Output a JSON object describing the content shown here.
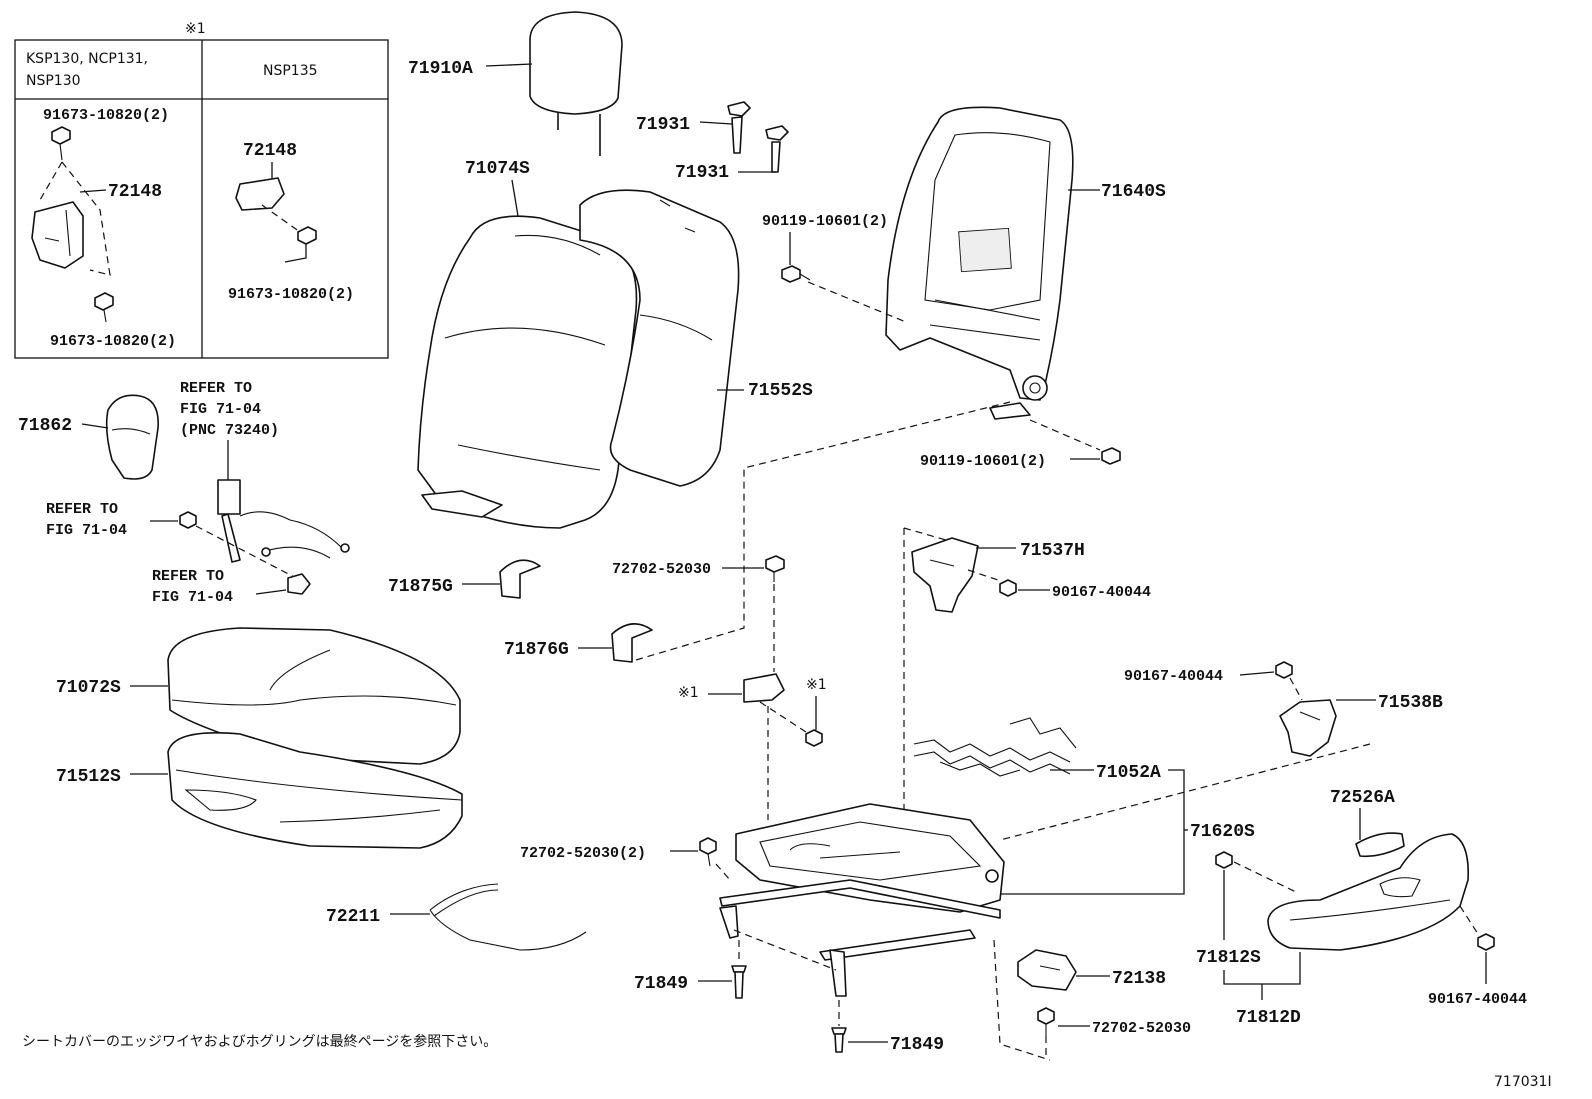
{
  "inset": {
    "mark": "※1",
    "col1_line1": "KSP130, NCP131,",
    "col1_line2": "NSP130",
    "col2": "NSP135",
    "c1_bolt_top": "91673-10820(2)",
    "c1_bracket": "72148",
    "c1_bolt_bottom": "91673-10820(2)",
    "c2_bracket": "72148",
    "c2_bolt": "91673-10820(2)"
  },
  "parts": {
    "p71910A": "71910A",
    "p71931a": "71931",
    "p71931b": "71931",
    "p71074S": "71074S",
    "p71640S": "71640S",
    "p90119a": "90119-10601(2)",
    "p90119b": "90119-10601(2)",
    "p71552S": "71552S",
    "p71862": "71862",
    "p71875G": "71875G",
    "p71876G": "71876G",
    "p72702a": "72702-52030",
    "p71537H": "71537H",
    "p90167a": "90167-40044",
    "p90167b": "90167-40044",
    "p71538B": "71538B",
    "p71072S": "71072S",
    "p71512S": "71512S",
    "p71052A": "71052A",
    "p71620S": "71620S",
    "p72526A": "72526A",
    "p72702b": "72702-52030(2)",
    "p72211": "72211",
    "p71812S": "71812S",
    "p71812D": "71812D",
    "p90167c": "90167-40044",
    "p72138": "72138",
    "p71849a": "71849",
    "p71849b": "71849",
    "p72702c": "72702-52030",
    "mark_a": "※1",
    "mark_b": "※1"
  },
  "refs": {
    "r1_l1": "REFER TO",
    "r1_l2": "FIG 71-04",
    "r1_l3": "(PNC 73240)",
    "r2_l1": "REFER TO",
    "r2_l2": "FIG 71-04",
    "r3_l1": "REFER TO",
    "r3_l2": "FIG 71-04"
  },
  "footer": {
    "note": "シートカバーのエッジワイヤおよびホグリングは最終ページを参照下さい。",
    "fig_id": "717031I"
  }
}
